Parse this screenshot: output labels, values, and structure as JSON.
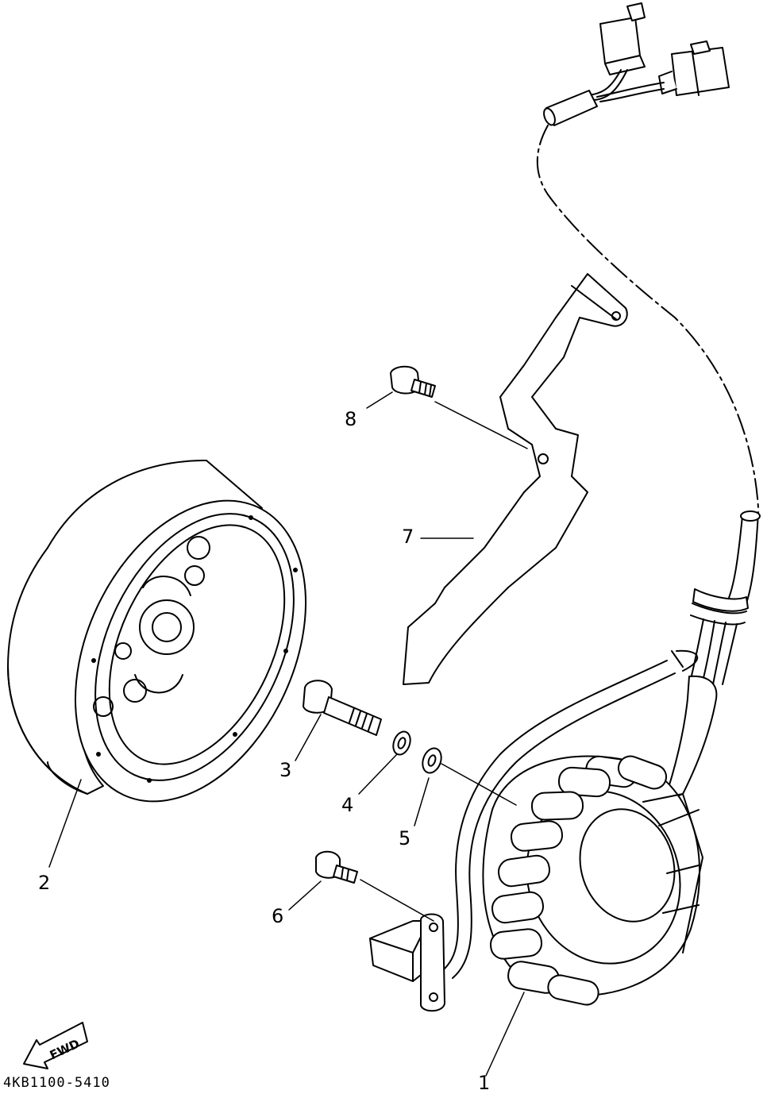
{
  "diagram": {
    "callouts": {
      "c1": "1",
      "c2": "2",
      "c3": "3",
      "c4": "4",
      "c5": "5",
      "c6": "6",
      "c7": "7",
      "c8": "8"
    },
    "fwd_label": "FWD",
    "drawing_code": "4KB1100-5410"
  }
}
